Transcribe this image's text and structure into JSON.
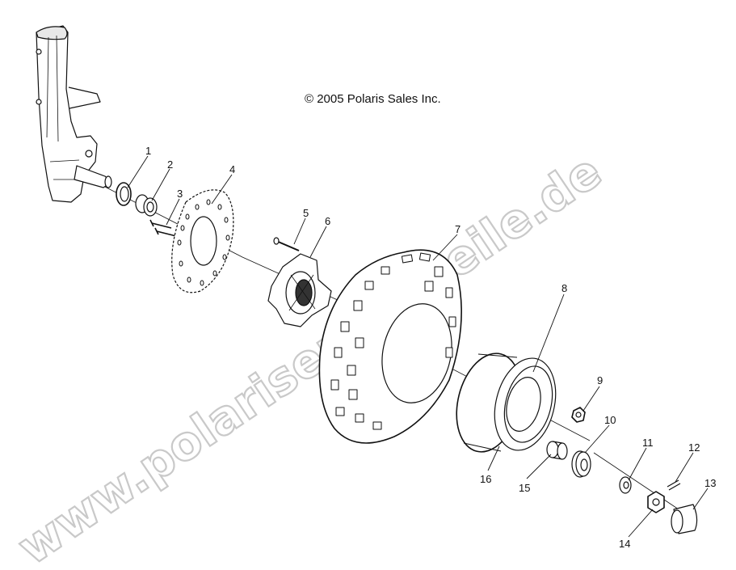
{
  "copyright": "© 2005 Polaris Sales Inc.",
  "watermark": "www.polarisersatzteile.de",
  "callouts": [
    "1",
    "2",
    "3",
    "4",
    "5",
    "6",
    "7",
    "8",
    "9",
    "10",
    "11",
    "12",
    "13",
    "14",
    "15",
    "16"
  ],
  "colors": {
    "line": "#111111",
    "watermark": "#c9c9c9",
    "background": "#ffffff"
  }
}
